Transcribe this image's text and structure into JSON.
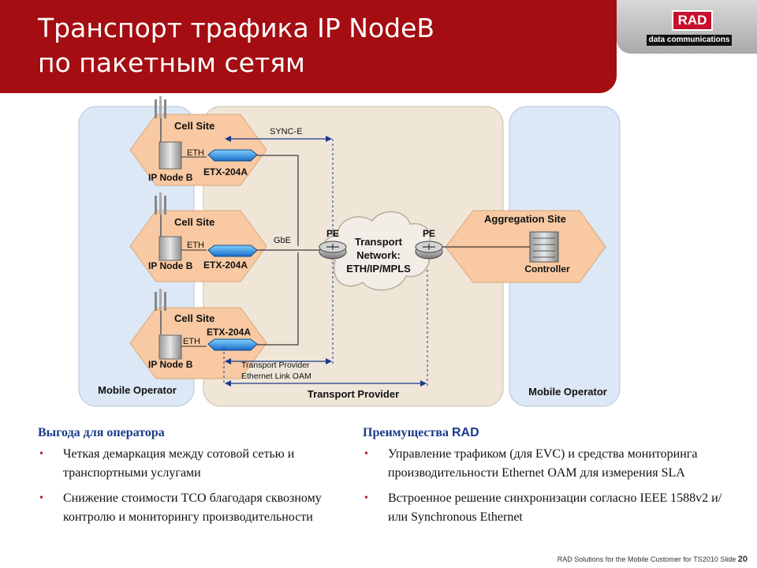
{
  "slide": {
    "title_line1": "Транспорт трафика IP NodeB",
    "title_line2": "по пакетным сетям",
    "logo_rad": "RAD",
    "logo_sub": "data communications"
  },
  "diagram": {
    "left_zone": "Mobile Operator",
    "middle_zone": "Transport Provider",
    "right_zone": "Mobile Operator",
    "cell_site_label": "Cell Site",
    "node_label": "IP Node B",
    "eth_label": "ETH",
    "etx_label": "ETX-204A",
    "sync_label": "SYNC-E",
    "gbe_label": "GbE",
    "pe_label": "PE",
    "cloud_line1": "Transport",
    "cloud_line2": "Network:",
    "cloud_line3": "ETH/IP/MPLS",
    "aggregation_label": "Aggregation Site",
    "controller_label": "Controller",
    "oam_line1": "Transport Provider",
    "oam_line2": "Ethernet Link OAM"
  },
  "benefits": {
    "heading": "Выгода для оператора",
    "items": [
      "Четкая демаркация между сотовой сетью и транспортными услугами",
      "Снижение стоимости TCO благодаря сквозному контролю и мониторингу производительности"
    ]
  },
  "advantages": {
    "heading_prefix": "Преимущества ",
    "heading_brand": "RAD",
    "items": [
      "Управление трафиком (для EVC) и средства мониторинга производительности Ethernet OAM для измерения SLA",
      "Встроенное решение синхронизации согласно IEEE 1588v2 и/или Synchronous Ethernet"
    ]
  },
  "footer": {
    "text": "RAD Solutions for the Mobile Customer for TS2010  Slide",
    "slide_number": "20"
  },
  "colors": {
    "title_band": "#a40d11",
    "zone_blue": "#dce8f6",
    "zone_beige": "#efe6d8",
    "site_orange": "#f8c9a2",
    "accent_blue": "#1a3a8a"
  }
}
